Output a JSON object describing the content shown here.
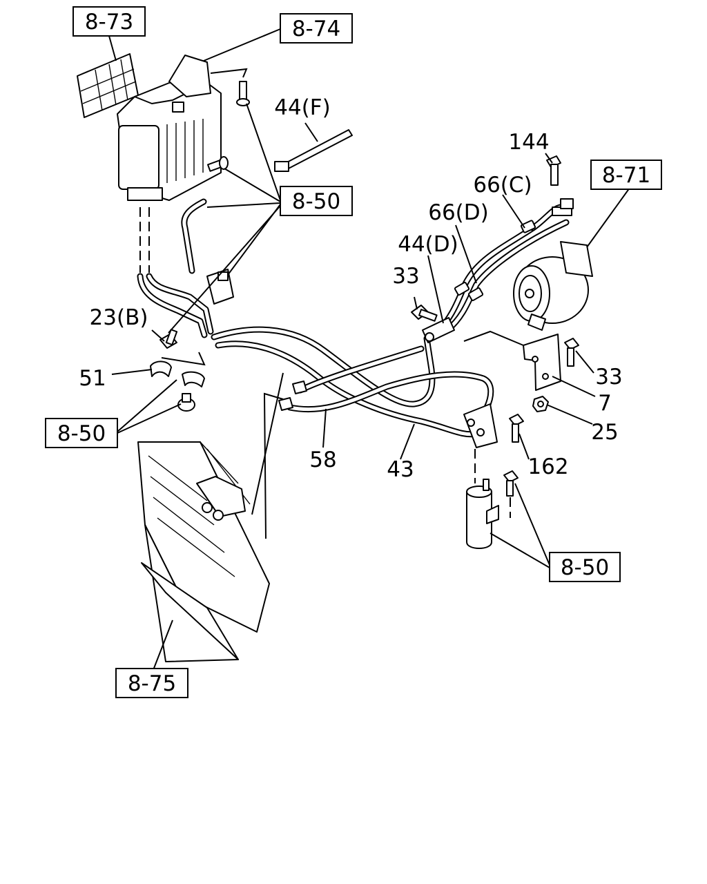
{
  "callouts": {
    "ref_8_73": "8-73",
    "ref_8_74": "8-74",
    "ref_8_50_top": "8-50",
    "ref_8_50_left": "8-50",
    "ref_8_50_bottom": "8-50",
    "ref_8_71": "8-71",
    "ref_8_75": "8-75",
    "part_44f": "44(F)",
    "part_144": "144",
    "part_66c": "66(C)",
    "part_66d": "66(D)",
    "part_44d": "44(D)",
    "part_33_left": "33",
    "part_33_right": "33",
    "part_23b": "23(B)",
    "part_51": "51",
    "part_7": "7",
    "part_25": "25",
    "part_162": "162",
    "part_58": "58",
    "part_43": "43"
  }
}
